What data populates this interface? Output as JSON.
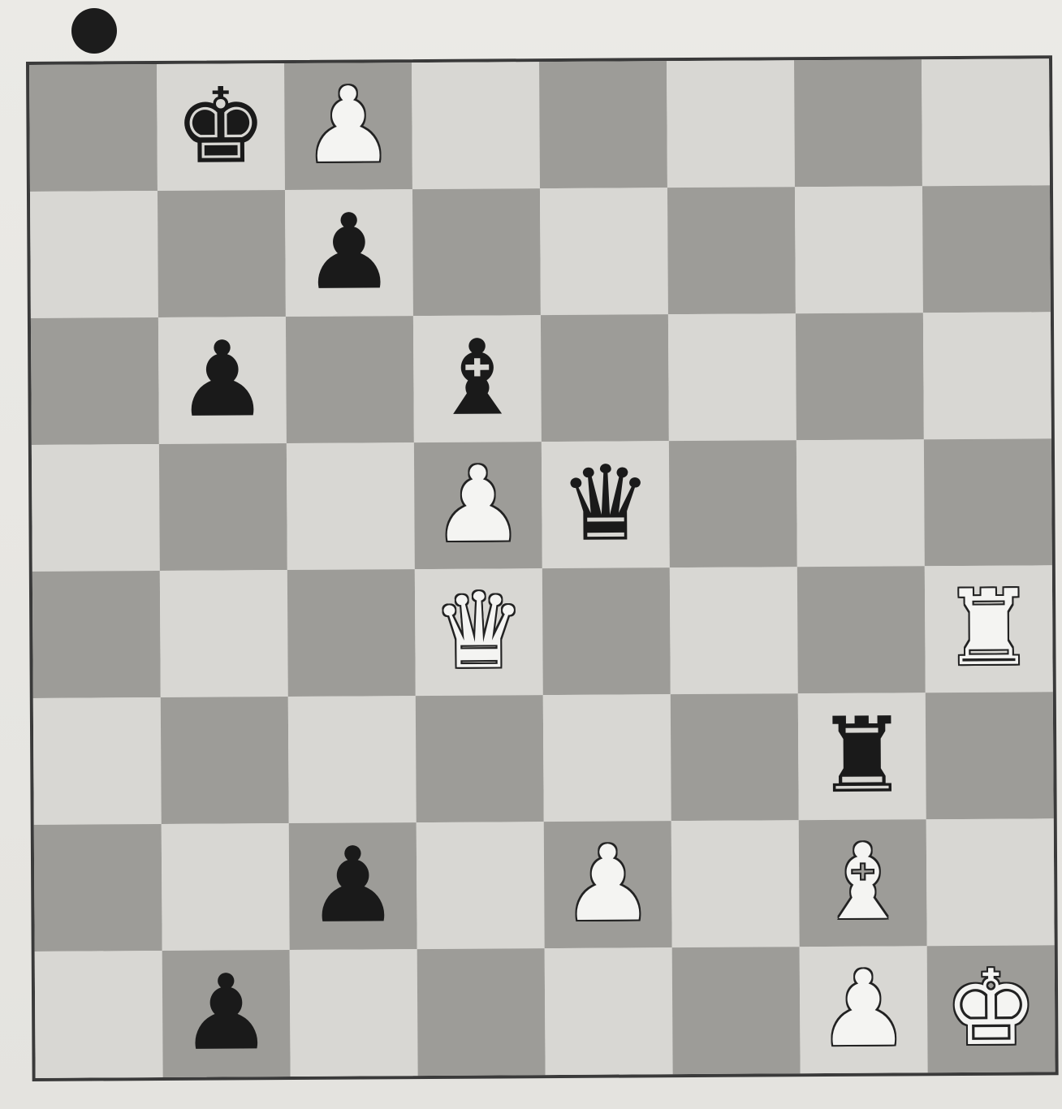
{
  "turn_indicator": {
    "color": "#1c1c1c",
    "side": "black"
  },
  "board": {
    "light_color": "#d8d7d3",
    "dark_color": "#9d9c98",
    "ranks": [
      [
        "",
        "bK",
        "wP",
        "",
        "",
        "",
        "",
        ""
      ],
      [
        "",
        "",
        "bP",
        "",
        "",
        "",
        "",
        ""
      ],
      [
        "",
        "bP",
        "",
        "bB",
        "",
        "",
        "",
        ""
      ],
      [
        "",
        "",
        "",
        "wP",
        "bQ",
        "",
        "",
        ""
      ],
      [
        "",
        "",
        "",
        "wQ",
        "",
        "",
        "",
        "wR"
      ],
      [
        "",
        "",
        "",
        "",
        "",
        "",
        "bR",
        ""
      ],
      [
        "",
        "",
        "bP",
        "",
        "wP",
        "",
        "wB",
        ""
      ],
      [
        "",
        "bP",
        "",
        "",
        "",
        "",
        "wP",
        "wK"
      ]
    ]
  },
  "piece_glyphs": {
    "K": "♚",
    "Q": "♛",
    "R": "♜",
    "B": "♝",
    "N": "♞",
    "P": "♟"
  },
  "piece_names": {
    "K": "king",
    "Q": "queen",
    "R": "rook",
    "B": "bishop",
    "N": "knight",
    "P": "pawn"
  }
}
